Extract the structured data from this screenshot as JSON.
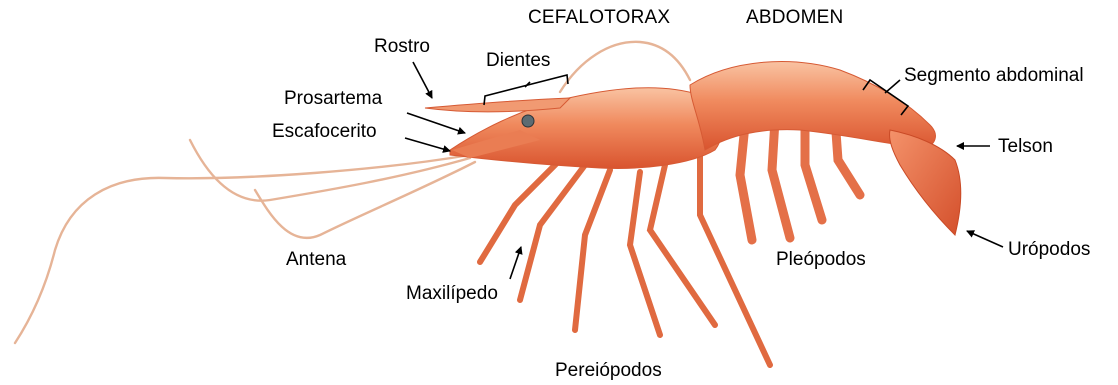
{
  "colors": {
    "body_light": "#f6b08c",
    "body_main": "#ee7a4f",
    "body_dark": "#d9542f",
    "antenna": "#e8b79a",
    "leader": "#000000"
  },
  "labels": {
    "cefalotorax": "CEFALOTORAX",
    "abdomen": "ABDOMEN",
    "rostro": "Rostro",
    "dientes": "Dientes",
    "prosartema": "Prosartema",
    "escafocerito": "Escafocerito",
    "segmento_abdominal": "Segmento abdominal",
    "telson": "Telson",
    "antena": "Antena",
    "maxilipedo": "Maxilípedo",
    "pleopodos": "Pleópodos",
    "uropodos": "Urópodos",
    "pereiopodos": "Pereiópodos"
  }
}
